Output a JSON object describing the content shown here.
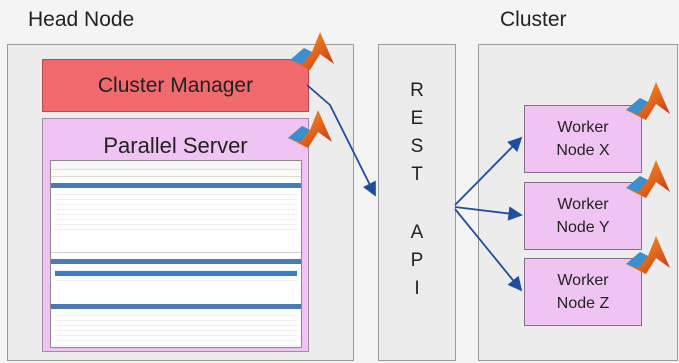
{
  "head_node": {
    "title": "Head Node",
    "cluster_manager": "Cluster Manager",
    "parallel_server": "Parallel Server"
  },
  "rest_api": {
    "letters": [
      "R",
      "E",
      "S",
      "T",
      "",
      "A",
      "P",
      "I"
    ]
  },
  "cluster": {
    "title": "Cluster",
    "workers": [
      {
        "line1": "Worker",
        "line2": "Node X"
      },
      {
        "line1": "Worker",
        "line2": "Node Y"
      },
      {
        "line1": "Worker",
        "line2": "Node Z"
      }
    ]
  },
  "colors": {
    "cluster_manager": "#f06a6e",
    "node_fill": "#f0c4f2",
    "arrow": "#1f4e9c"
  }
}
